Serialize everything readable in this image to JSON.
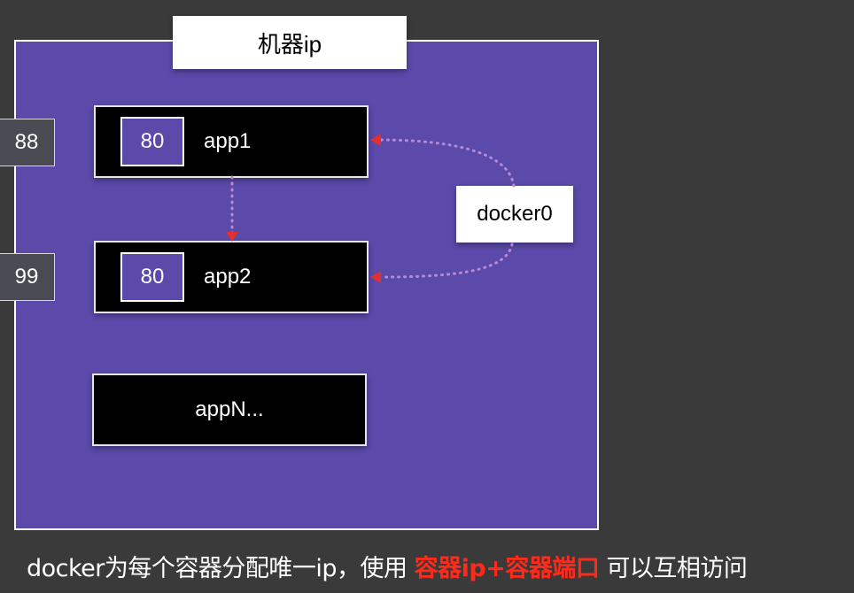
{
  "host": {
    "label": "机器ip"
  },
  "host_ports": [
    {
      "value": "88"
    },
    {
      "value": "99"
    }
  ],
  "apps": [
    {
      "name": "app1",
      "port": "80"
    },
    {
      "name": "app2",
      "port": "80"
    },
    {
      "name": "appN..."
    }
  ],
  "bridge": {
    "label": "docker0"
  },
  "caption": {
    "prefix": "docker为每个容器分配唯一ip，使用 ",
    "highlight": "容器ip+容器端口",
    "suffix": " 可以互相访问"
  },
  "colors": {
    "background": "#3a3a3a",
    "host_fill": "#5b4aaa",
    "app_fill": "#000000",
    "arrow": "#e03030",
    "dots": "#b88ad6",
    "highlight": "#ff2a1a"
  }
}
